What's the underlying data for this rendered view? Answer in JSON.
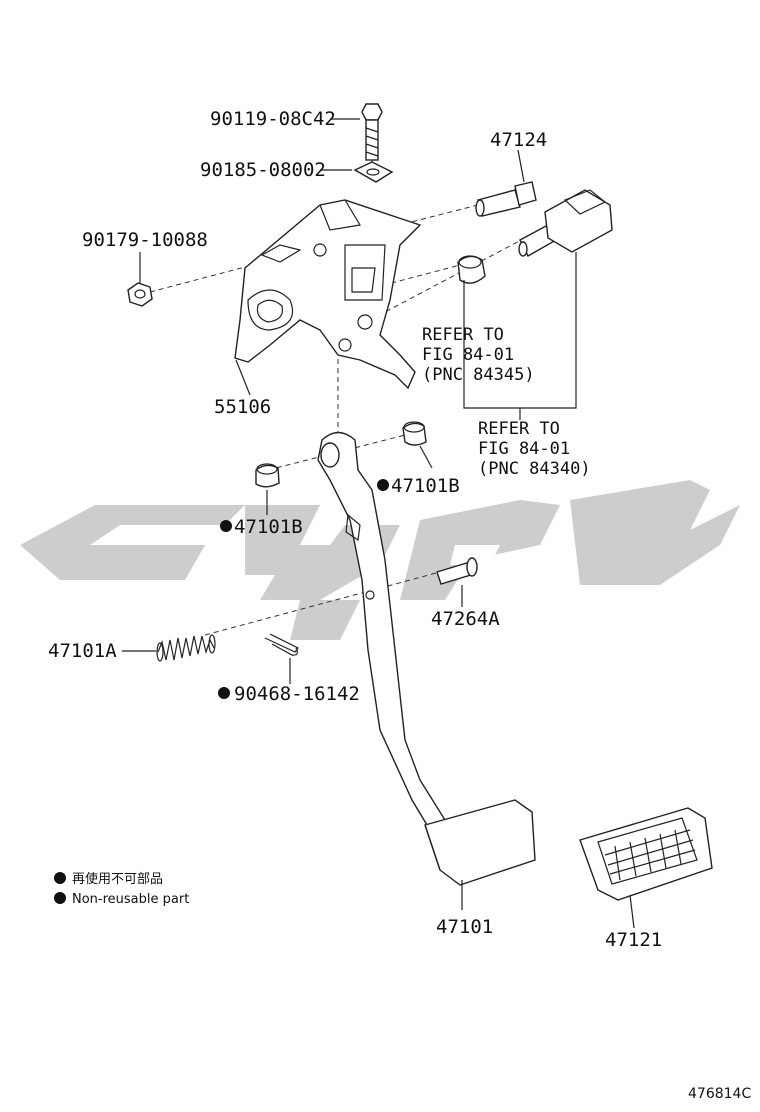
{
  "labels": {
    "bolt": "90119-08C42",
    "nut_plate": "90185-08002",
    "nut": "90179-10088",
    "bracket": "55106",
    "stop_light_bolt": "47124",
    "bushing_a": "47101B",
    "bushing_b": "47101B",
    "pin": "47264A",
    "spring": "47101A",
    "clip": "90468-16142",
    "pedal": "47101",
    "pad": "47121"
  },
  "refs": {
    "ref1": [
      "REFER TO",
      "FIG 84-01",
      "(PNC 84345)"
    ],
    "ref2": [
      "REFER TO",
      "FIG 84-01",
      "(PNC 84340)"
    ]
  },
  "legend": {
    "jp": "再使用不可部品",
    "en": "Non-reusable part"
  },
  "diagram_code": "476814C",
  "watermark": {
    "color": "#c8c8c8"
  }
}
